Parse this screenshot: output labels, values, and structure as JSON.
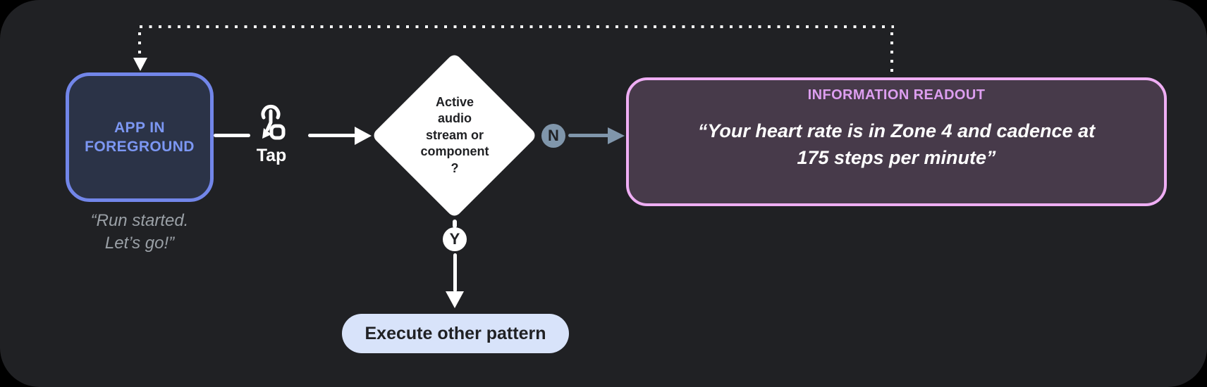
{
  "diagram": {
    "app_node": {
      "label": "APP IN\nFOREGROUND",
      "caption": "“Run started.\nLet’s go!”"
    },
    "tap_label": "Tap",
    "decision_node": {
      "label": "Active\naudio\nstream or\ncomponent\n?"
    },
    "branch_no_label": "N",
    "branch_yes_label": "Y",
    "readout_node": {
      "title": "INFORMATION READOUT",
      "quote": "“Your heart rate is in Zone 4 and cadence at\n175 steps per minute”"
    },
    "execute_node": {
      "label": "Execute other pattern"
    }
  },
  "colors": {
    "canvas_bg": "#202124",
    "app_border": "#7286e9",
    "app_fill": "#2b3347",
    "app_text": "#7c97f3",
    "caption_text": "#9aa0a6",
    "flow_white": "#ffffff",
    "diamond_fill": "#ffffff",
    "diamond_text": "#202124",
    "slate_branch": "#8096ab",
    "readout_border": "#efaef4",
    "readout_fill": "#473a4a",
    "readout_title": "#dd9ef0",
    "readout_quote": "#ffffff",
    "pill_fill": "#d8e3fa",
    "pill_text": "#202124"
  }
}
